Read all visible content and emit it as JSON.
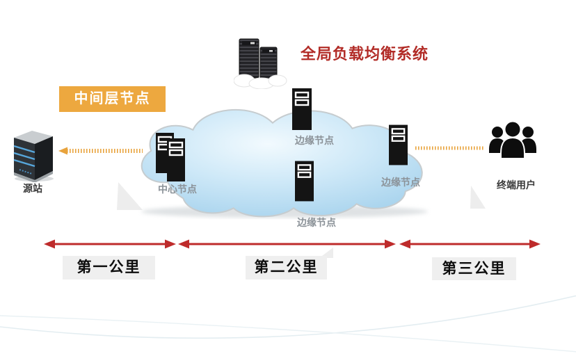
{
  "title": {
    "text": "全局负载均衡系统"
  },
  "badges": {
    "middle_layer": "中间层节点"
  },
  "nodes": {
    "origin_label": "源站",
    "center_label": "中心节点",
    "edge_top_label": "边缘节点",
    "edge_bottom_label": "边缘节点",
    "edge_right_label": "边缘节点",
    "end_user_label": "终端用户"
  },
  "miles": [
    {
      "label": "第一公里"
    },
    {
      "label": "第二公里"
    },
    {
      "label": "第三公里"
    }
  ],
  "icons": {
    "global_lb": "server-towers-on-cloud-icon",
    "origin": "origin-server-icon",
    "center": "dual-rack-icon",
    "edge": "rack-icon",
    "end_user": "user-group-icon"
  },
  "colors": {
    "title_red": "#B22C27",
    "arrow_red": "#BE2B2B",
    "badge_orange": "#EDA83F",
    "dotted_orange": "#E8A33D",
    "cloud_fill": "#cde8f7",
    "gray_label": "#8b9298",
    "mile_box_bg": "#efefef"
  }
}
